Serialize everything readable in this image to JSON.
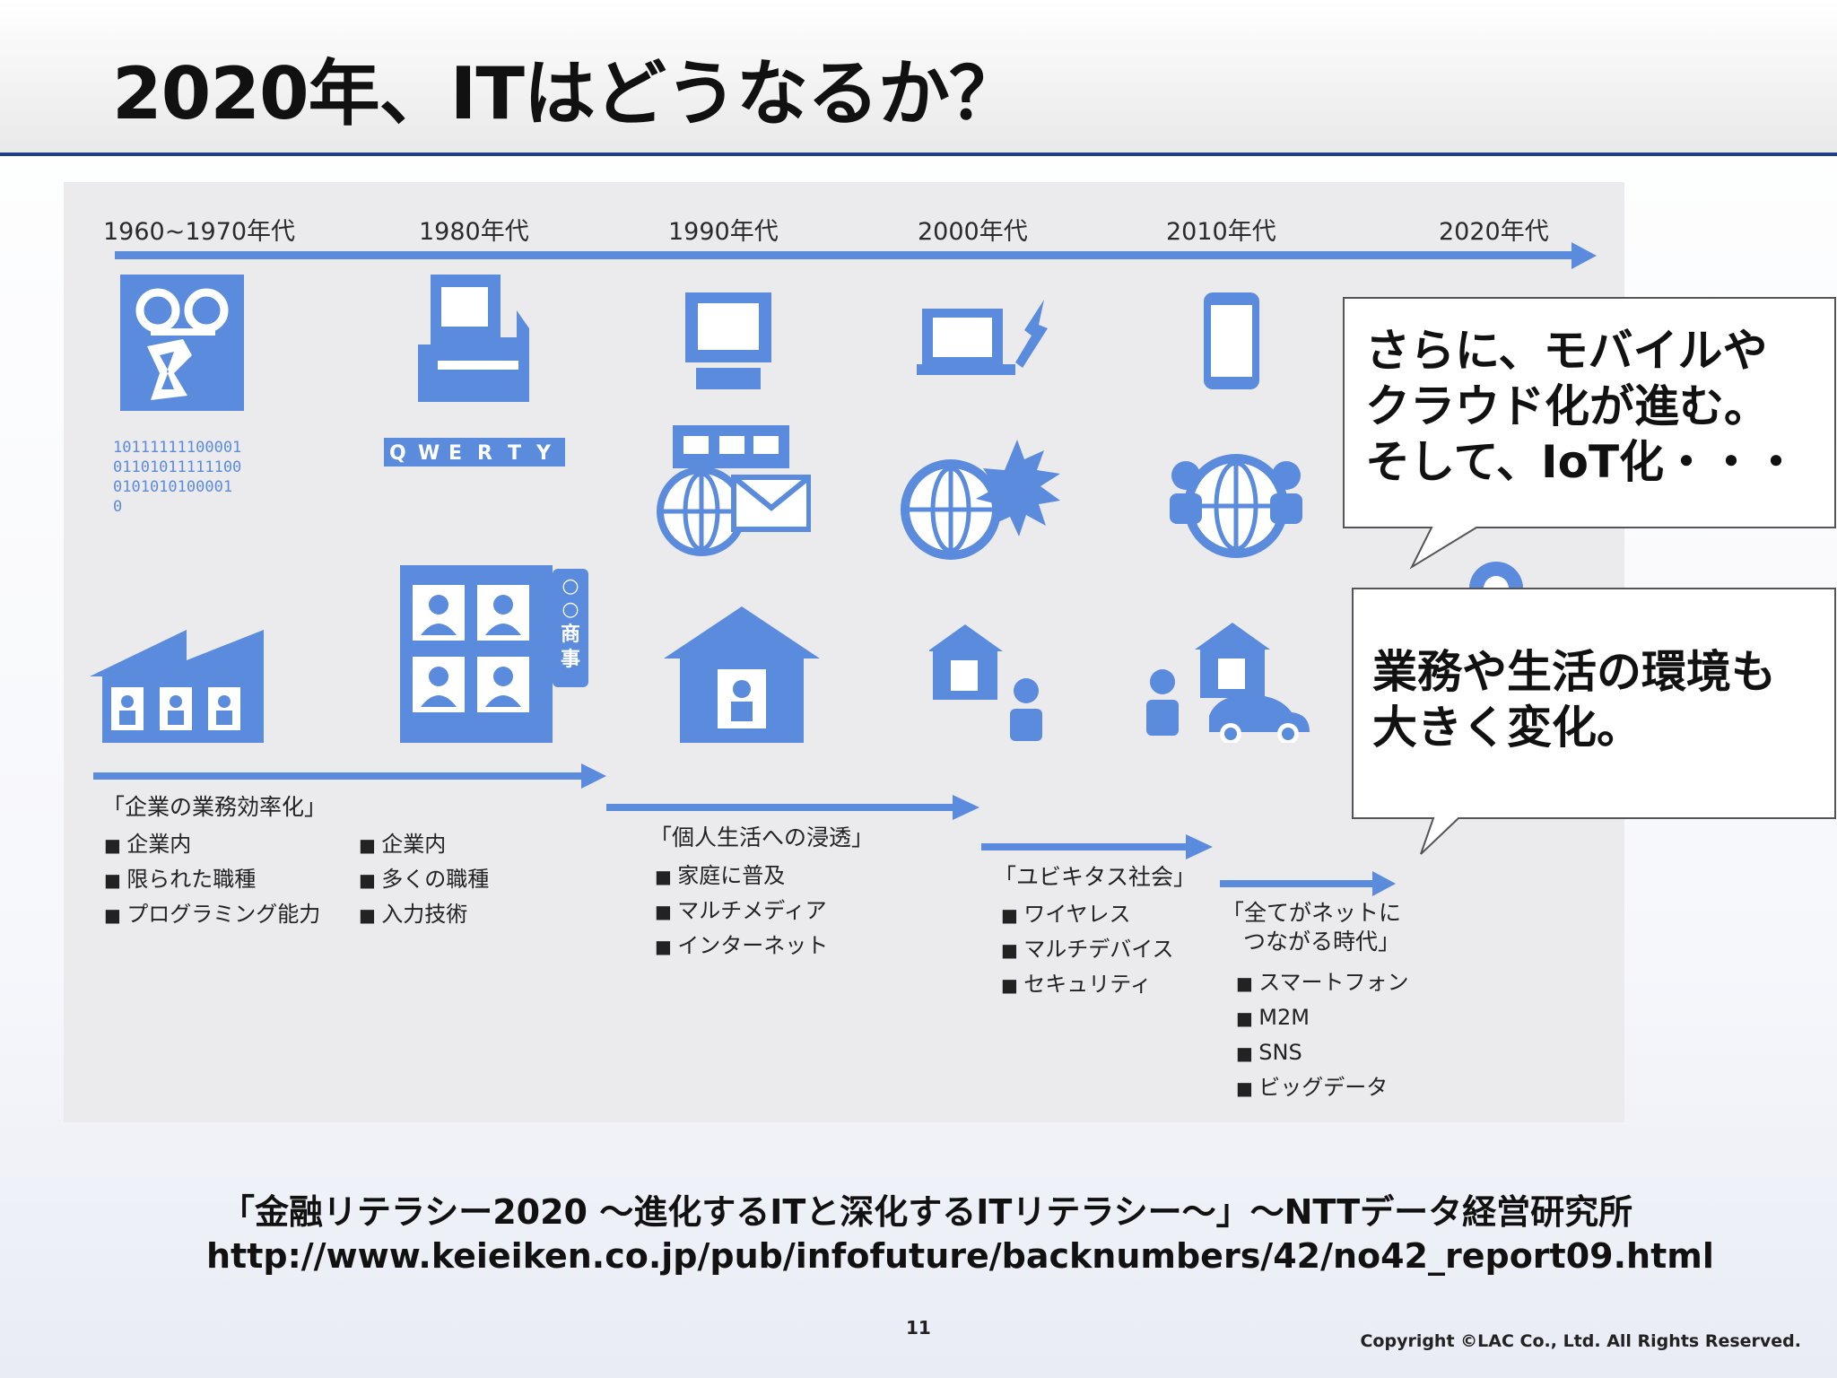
{
  "title": "2020年、ITはどうなるか？",
  "decades": [
    "1960~1970年代",
    "1980年代",
    "1990年代",
    "2000年代",
    "2010年代",
    "2020年代"
  ],
  "binary": "10111111100001\n01101011111100\n0101010100001\n0",
  "keyboard": [
    "Q",
    "W",
    "E",
    "R",
    "T",
    "Y"
  ],
  "vertical_sign": [
    "○",
    "○",
    "商",
    "事"
  ],
  "eras": [
    {
      "title": "「企業の業務効率化」",
      "col1": [
        "企業内",
        "限られた職種",
        "プログラミング能力"
      ],
      "col2": [
        "企業内",
        "多くの職種",
        "入力技術"
      ]
    },
    {
      "title": "「個人生活への浸透」",
      "items": [
        "家庭に普及",
        "マルチメディア",
        "インターネット"
      ]
    },
    {
      "title": "「ユビキタス社会」",
      "items": [
        "ワイヤレス",
        "マルチデバイス",
        "セキュリティ"
      ]
    },
    {
      "title_line1": "「全てがネットに",
      "title_line2": "つながる時代」",
      "items": [
        "スマートフォン",
        "M2M",
        "SNS",
        "ビッグデータ"
      ]
    }
  ],
  "callouts": [
    {
      "lines": [
        "さらに、モバイルや",
        "クラウド化が進む。",
        "そして、IoT化・・・"
      ]
    },
    {
      "lines": [
        "業務や生活の環境も",
        "大きく変化。"
      ]
    }
  ],
  "source": {
    "line1": "「金融リテラシー2020 ～進化するITと深化するITリテラシー～」～NTTデータ経営研究所",
    "line2": "http://www.keieiken.co.jp/pub/infofuture/backnumbers/42/no42_report09.html"
  },
  "page_number": "11",
  "copyright": "Copyright ©LAC Co., Ltd. All Rights Reserved.",
  "colors": {
    "accent": "#5b8bdc",
    "header_rule": "#1f3f7f",
    "panel": "#ebebee"
  }
}
